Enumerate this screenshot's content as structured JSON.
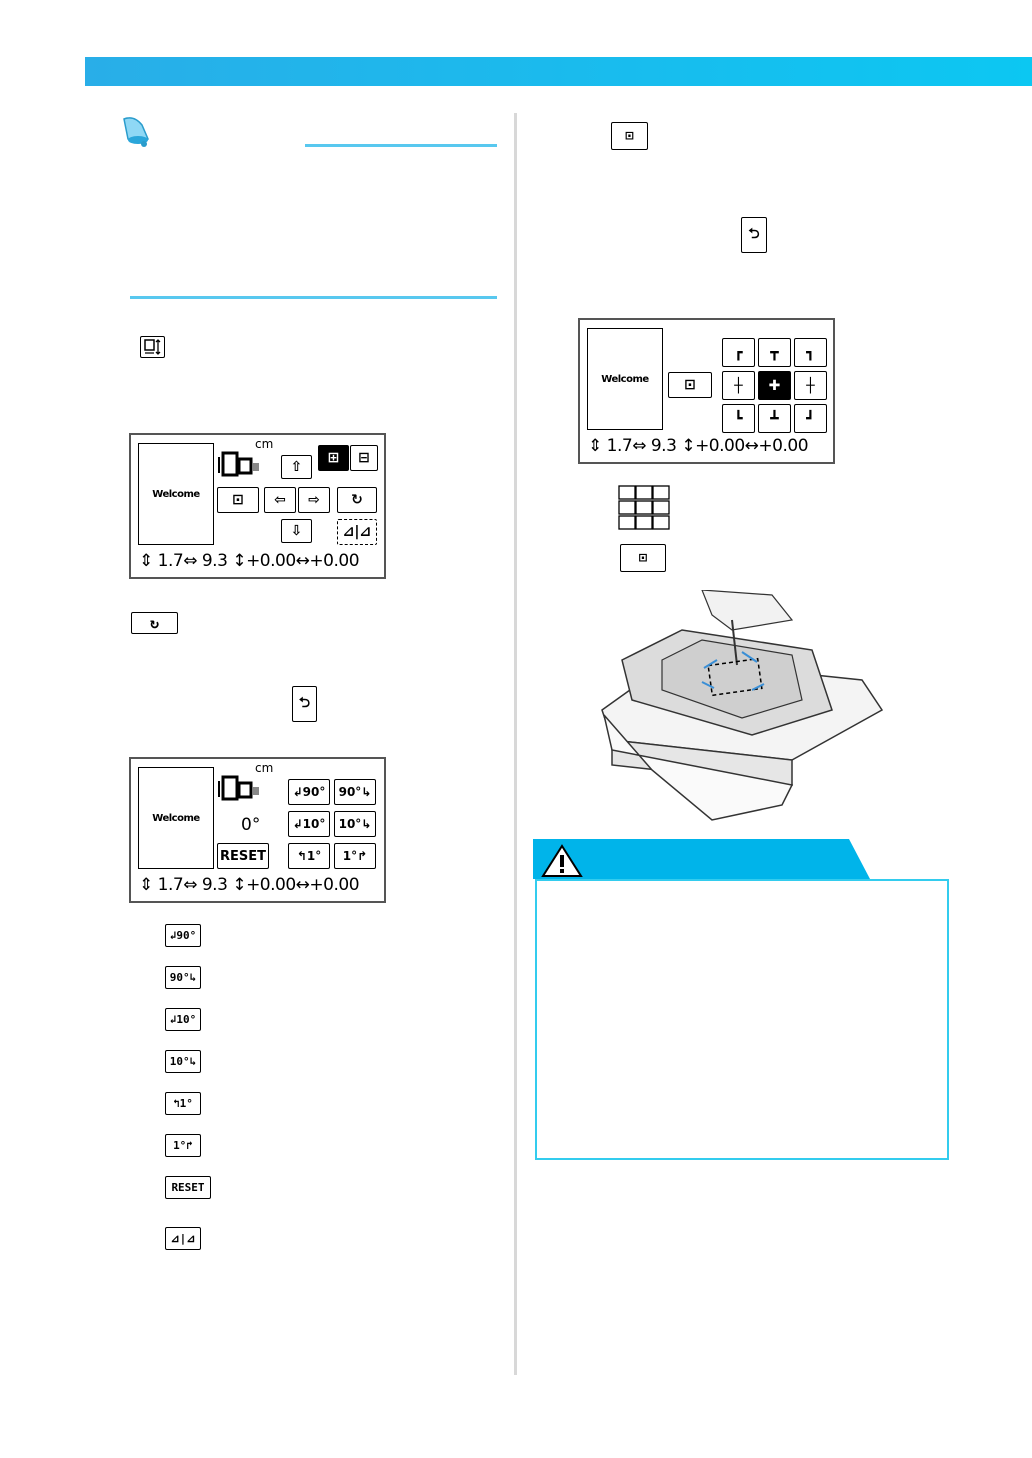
{
  "colors": {
    "accent": "#0cc7f2",
    "caution": "#00b4ea"
  },
  "icons": {
    "memo": "bell-memo-icon",
    "layout": "layout-edit-icon",
    "rotate": "rotate-icon",
    "back": "back-arrow-icon",
    "trial": "trial-embroidery-icon",
    "warning": "warning-triangle-icon"
  },
  "screen1": {
    "preview_text": "Welcome",
    "unit": "cm",
    "status": {
      "height": "1.7",
      "width": "9.3",
      "vpos": "+0.00",
      "hpos": "+0.00"
    }
  },
  "screen2": {
    "preview_text": "Welcome",
    "unit": "cm",
    "angle": "0°",
    "reset_label": "RESET",
    "rotate_buttons": [
      "↲90°",
      "90°↳",
      "↲10°",
      "10°↳",
      "↰1°",
      "1°↱"
    ],
    "status": {
      "height": "1.7",
      "width": "9.3",
      "vpos": "+0.00",
      "hpos": "+0.00"
    }
  },
  "screen3": {
    "preview_text": "Welcome",
    "status": {
      "height": "1.7",
      "width": "9.3",
      "vpos": "+0.00",
      "hpos": "+0.00"
    }
  },
  "legend": {
    "labels": [
      "↲90°",
      "90°↳",
      "↲10°",
      "10°↳",
      "↰1°",
      "1°↱",
      "RESET"
    ]
  }
}
